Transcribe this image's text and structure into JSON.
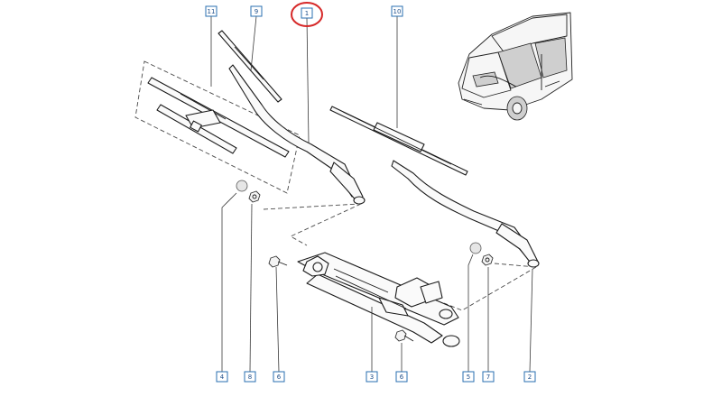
{
  "callouts": [
    {
      "id": "c11",
      "label": "11"
    },
    {
      "id": "c9",
      "label": "9"
    },
    {
      "id": "c1",
      "label": "1"
    },
    {
      "id": "c10",
      "label": "10"
    },
    {
      "id": "c4",
      "label": "4"
    },
    {
      "id": "c8",
      "label": "8"
    },
    {
      "id": "c6a",
      "label": "6"
    },
    {
      "id": "c3",
      "label": "3"
    },
    {
      "id": "c6b",
      "label": "6"
    },
    {
      "id": "c5",
      "label": "5"
    },
    {
      "id": "c7",
      "label": "7"
    },
    {
      "id": "c2",
      "label": "2"
    }
  ],
  "highlight": {
    "target": "1",
    "color": "#d62828"
  },
  "colors": {
    "line": "#1a1a1a",
    "callout_border": "#2a6fb0",
    "callout_text": "#1f4f8a"
  }
}
